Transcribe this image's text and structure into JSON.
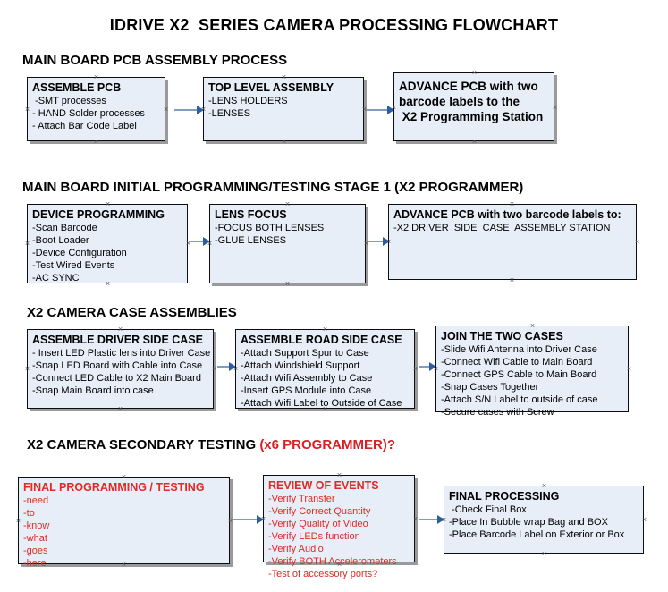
{
  "document": {
    "title": "IDRIVE X2  SERIES CAMERA PROCESSING FLOWCHART"
  },
  "sections": [
    {
      "heading": "MAIN BOARD PCB ASSEMBLY PROCESS",
      "heading_accent": "",
      "nodes": [
        {
          "title": "ASSEMBLE PCB",
          "lines": [
            " -SMT processes",
            "- HAND Solder processes",
            "- Attach Bar Code Label"
          ]
        },
        {
          "title": "TOP LEVEL ASSEMBLY",
          "lines": [
            "-LENS HOLDERS",
            "-LENSES"
          ]
        },
        {
          "title": "ADVANCE PCB with two",
          "lines": [
            "barcode labels to the",
            " X2 Programming Station"
          ]
        }
      ]
    },
    {
      "heading": "MAIN BOARD INITIAL PROGRAMMING/TESTING STAGE 1 (X2 PROGRAMMER)",
      "heading_accent": "",
      "nodes": [
        {
          "title": "DEVICE PROGRAMMING",
          "lines": [
            "-Scan Barcode",
            "-Boot Loader",
            "-Device Configuration",
            "-Test Wired Events",
            "-AC SYNC"
          ]
        },
        {
          "title": "LENS FOCUS",
          "lines": [
            "-FOCUS BOTH LENSES",
            "-GLUE LENSES"
          ]
        },
        {
          "title": "ADVANCE PCB with two barcode labels to:",
          "lines": [
            "-X2 DRIVER  SIDE  CASE  ASSEMBLY STATION"
          ]
        }
      ]
    },
    {
      "heading": "X2 CAMERA CASE ASSEMBLIES",
      "heading_accent": "",
      "nodes": [
        {
          "title": "ASSEMBLE DRIVER SIDE CASE",
          "lines": [
            "- Insert LED Plastic lens into Driver Case",
            "-Snap LED Board with Cable into Case",
            "-Connect LED Cable to X2 Main Board",
            "-Snap Main Board into case"
          ]
        },
        {
          "title": "ASSEMBLE ROAD SIDE CASE",
          "lines": [
            "-Attach Support Spur to Case",
            "-Attach Windshield Support",
            "-Attach Wifi Assembly to Case",
            "-Insert GPS Module into Case",
            "-Attach Wifi Label to Outside of Case"
          ]
        },
        {
          "title": "JOIN THE TWO CASES",
          "lines": [
            "-Slide Wifi Antenna into Driver Case",
            "-Connect Wifi Cable to Main Board",
            "-Connect GPS Cable to Main Board",
            "-Snap Cases Together",
            "-Attach S/N Label to outside of case",
            "-Secure cases with Screw"
          ]
        }
      ]
    },
    {
      "heading": "X2 CAMERA SECONDARY TESTING ",
      "heading_accent": "(x6 PROGRAMMER)?",
      "nodes": [
        {
          "title": "FINAL PROGRAMMING / TESTING",
          "lines": [
            "-need",
            "-to",
            "-know",
            "-what",
            "-goes",
            "-here"
          ]
        },
        {
          "title": "REVIEW OF EVENTS",
          "lines": [
            "-Verify Transfer",
            "-Verify Correct Quantity",
            "-Verify Quality of Video",
            "-Verify LEDs function",
            "-Verify Audio",
            "-Verify BOTH Accelerometers",
            "-Test of accessory ports?"
          ]
        },
        {
          "title": "FINAL PROCESSING",
          "lines": [
            " -Check Final Box",
            "-Place In Bubble wrap Bag and BOX",
            "-Place Barcode Label on Exterior or Box"
          ]
        }
      ]
    }
  ],
  "colors": {
    "node_fill": "#e8eef8",
    "node_border": "#0d0d0d",
    "shadow": "#9a9a9a",
    "connector": "#7f9dbf",
    "arrowhead": "#2a5caa",
    "accent_red": "#d91f22",
    "text": "#000000"
  }
}
